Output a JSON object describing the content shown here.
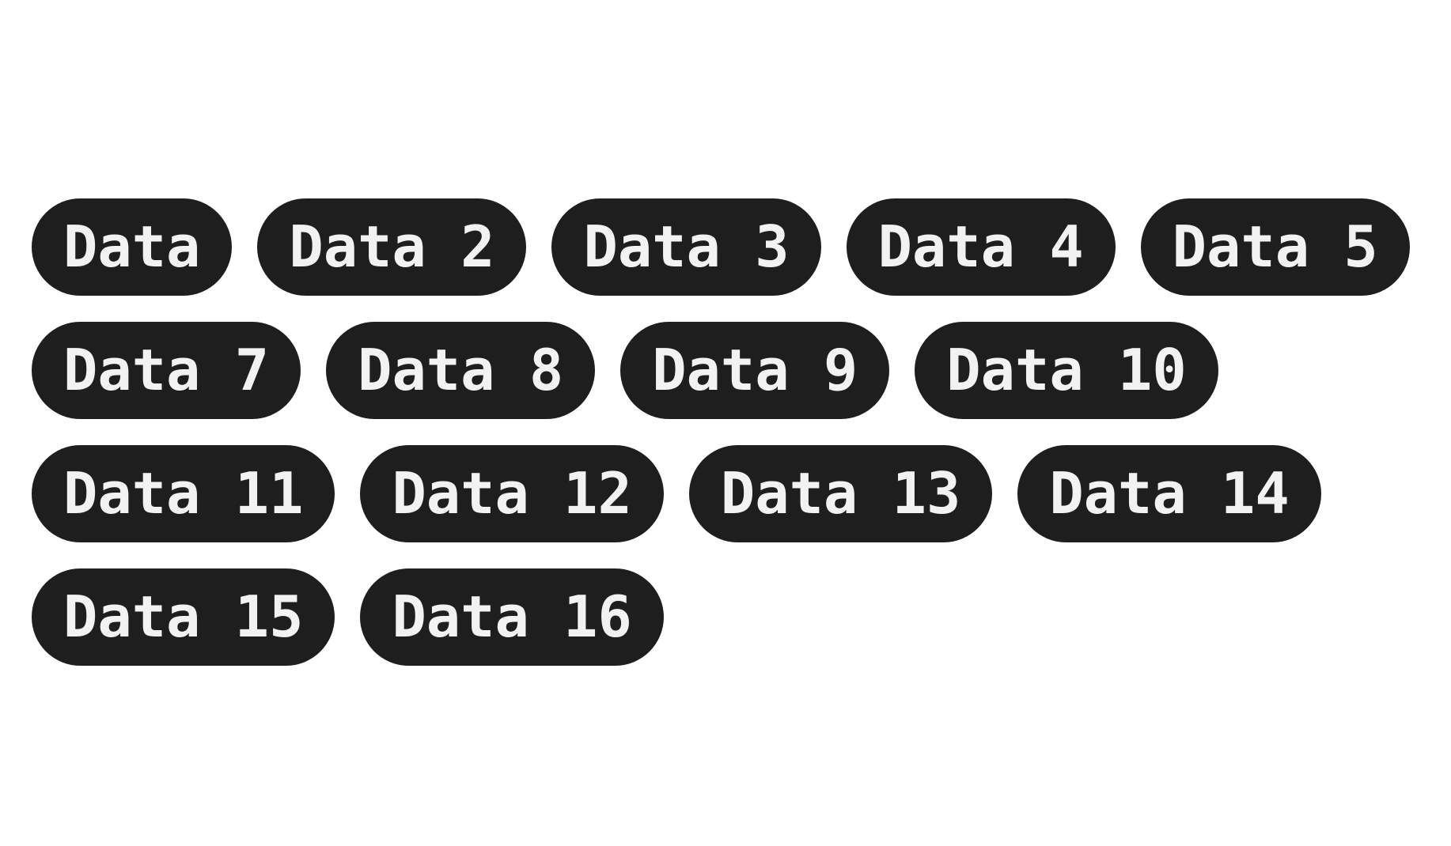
{
  "chips": [
    {
      "label": "Data"
    },
    {
      "label": "Data 2"
    },
    {
      "label": "Data 3"
    },
    {
      "label": "Data 4"
    },
    {
      "label": "Data 5"
    },
    {
      "label": "Data 7"
    },
    {
      "label": "Data 8"
    },
    {
      "label": "Data 9"
    },
    {
      "label": "Data 10"
    },
    {
      "label": "Data 11"
    },
    {
      "label": "Data 12"
    },
    {
      "label": "Data 13"
    },
    {
      "label": "Data 14"
    },
    {
      "label": "Data 15"
    },
    {
      "label": "Data 16"
    }
  ],
  "colors": {
    "chip_background": "#1e1e1e",
    "chip_text": "#f2f2f2",
    "page_background": "#ffffff"
  }
}
